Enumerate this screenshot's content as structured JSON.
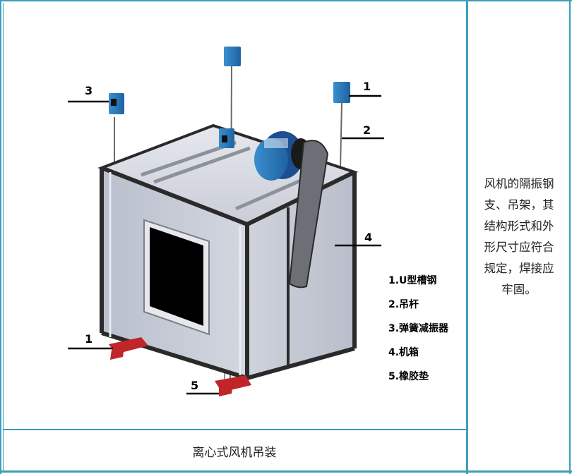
{
  "figure": {
    "callouts": [
      "3",
      "1",
      "2",
      "4",
      "1",
      "5"
    ],
    "legend": [
      "1.U型槽钢",
      "2.吊杆",
      "3.弹簧减振器",
      "4.机箱",
      "5.橡胶垫"
    ]
  },
  "caption": "离心式风机吊装",
  "note": {
    "lines": [
      "风机的隔振钢",
      "支、吊架，其",
      "结构形式和外",
      "形尺寸应符合",
      "规定，焊接应",
      "牢固。"
    ]
  },
  "colors": {
    "frame": "#3a9fb8",
    "panel": "#c8cdd8",
    "frame_edge": "#2a2a2a",
    "isolator": "#2f7fc0",
    "channel": "#c0252a",
    "motor": "#2a5fa8"
  }
}
